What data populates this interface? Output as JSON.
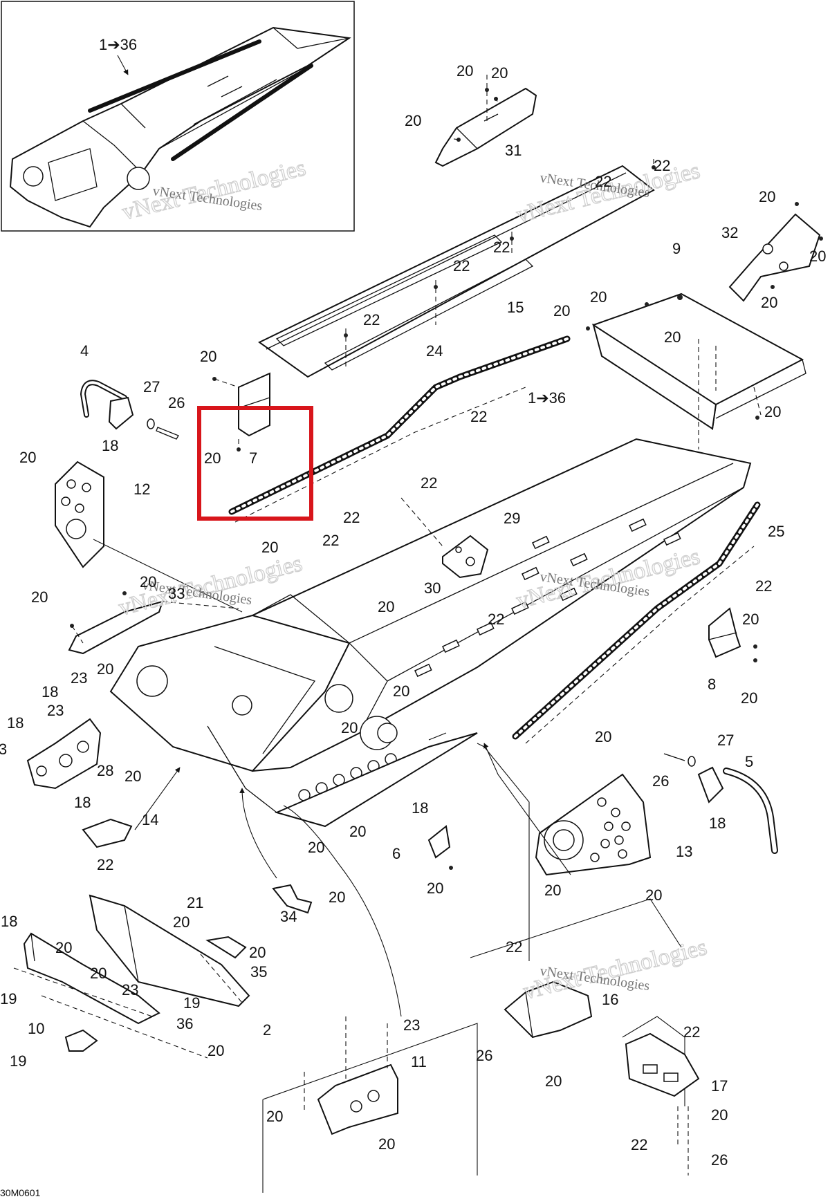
{
  "figure": {
    "code": "30M0601",
    "highlight_color": "#d8151b"
  },
  "watermarks": [
    {
      "text": "vNext Technologies"
    },
    {
      "text": "vNext Technologies"
    },
    {
      "text": "vNext Technologies"
    },
    {
      "text": "vNext Technologies"
    },
    {
      "text": "vNext Technologies"
    },
    {
      "text": "vNext Technologies"
    },
    {
      "text": "vNext Technologies"
    },
    {
      "text": "vNext Technologies"
    },
    {
      "text": "vNext Technologies"
    },
    {
      "text": "vNext Technologies"
    }
  ],
  "callouts": [
    {
      "text": "1➔36"
    },
    {
      "text": "20"
    },
    {
      "text": "20"
    },
    {
      "text": "20"
    },
    {
      "text": "31"
    },
    {
      "text": "22"
    },
    {
      "text": "22"
    },
    {
      "text": "22"
    },
    {
      "text": "22"
    },
    {
      "text": "22"
    },
    {
      "text": "15"
    },
    {
      "text": "20"
    },
    {
      "text": "32"
    },
    {
      "text": "20"
    },
    {
      "text": "20"
    },
    {
      "text": "9"
    },
    {
      "text": "20"
    },
    {
      "text": "20"
    },
    {
      "text": "20"
    },
    {
      "text": "20"
    },
    {
      "text": "24"
    },
    {
      "text": "22"
    },
    {
      "text": "1➔36"
    },
    {
      "text": "4"
    },
    {
      "text": "27"
    },
    {
      "text": "26"
    },
    {
      "text": "18"
    },
    {
      "text": "20"
    },
    {
      "text": "20"
    },
    {
      "text": "7"
    },
    {
      "text": "20"
    },
    {
      "text": "12"
    },
    {
      "text": "20"
    },
    {
      "text": "22"
    },
    {
      "text": "22"
    },
    {
      "text": "29"
    },
    {
      "text": "20"
    },
    {
      "text": "22"
    },
    {
      "text": "25"
    },
    {
      "text": "22"
    },
    {
      "text": "20"
    },
    {
      "text": "33"
    },
    {
      "text": "30"
    },
    {
      "text": "20"
    },
    {
      "text": "22"
    },
    {
      "text": "20"
    },
    {
      "text": "8"
    },
    {
      "text": "20"
    },
    {
      "text": "20"
    },
    {
      "text": "23"
    },
    {
      "text": "18"
    },
    {
      "text": "18"
    },
    {
      "text": "23"
    },
    {
      "text": "20"
    },
    {
      "text": "3"
    },
    {
      "text": "28"
    },
    {
      "text": "20"
    },
    {
      "text": "20"
    },
    {
      "text": "18"
    },
    {
      "text": "14"
    },
    {
      "text": "22"
    },
    {
      "text": "20"
    },
    {
      "text": "27"
    },
    {
      "text": "5"
    },
    {
      "text": "26"
    },
    {
      "text": "18"
    },
    {
      "text": "18"
    },
    {
      "text": "20"
    },
    {
      "text": "20"
    },
    {
      "text": "6"
    },
    {
      "text": "20"
    },
    {
      "text": "13"
    },
    {
      "text": "20"
    },
    {
      "text": "20"
    },
    {
      "text": "34"
    },
    {
      "text": "20"
    },
    {
      "text": "21"
    },
    {
      "text": "20"
    },
    {
      "text": "20"
    },
    {
      "text": "35"
    },
    {
      "text": "18"
    },
    {
      "text": "20"
    },
    {
      "text": "20"
    },
    {
      "text": "23"
    },
    {
      "text": "19"
    },
    {
      "text": "19"
    },
    {
      "text": "36"
    },
    {
      "text": "2"
    },
    {
      "text": "20"
    },
    {
      "text": "10"
    },
    {
      "text": "19"
    },
    {
      "text": "22"
    },
    {
      "text": "16"
    },
    {
      "text": "26"
    },
    {
      "text": "20"
    },
    {
      "text": "23"
    },
    {
      "text": "11"
    },
    {
      "text": "20"
    },
    {
      "text": "20"
    },
    {
      "text": "22"
    },
    {
      "text": "17"
    },
    {
      "text": "22"
    },
    {
      "text": "20"
    },
    {
      "text": "26"
    }
  ]
}
